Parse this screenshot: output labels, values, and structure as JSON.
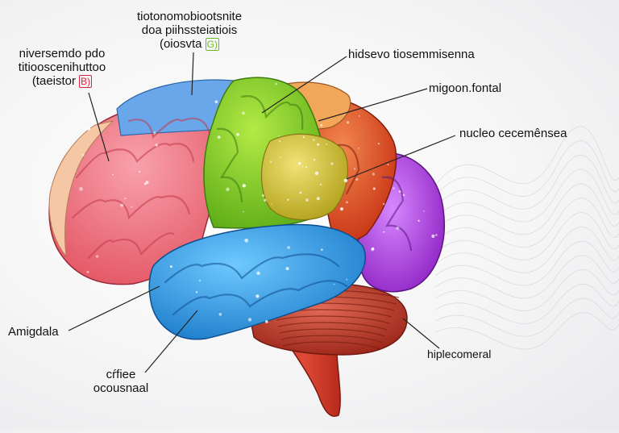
{
  "labels": {
    "top_center": {
      "line1": "tiotonomobiootsnite",
      "line2": "doa piihssteiatiois",
      "line3": "(oiosvta",
      "badge": "G)",
      "badge_color": "#6dbb2a"
    },
    "top_left": {
      "line1": "niversemdo pdo",
      "line2": "titiooscenihuttoo",
      "line3": "(taeistor",
      "badge": "B)",
      "badge_color": "#e0213a"
    },
    "hidsevo": "hidsevo tiosemmisenna",
    "migoon": "migoon.fontal",
    "nucleo": "nucleo cecemênsea",
    "amigdala": "Amigdala",
    "crfee": {
      "line1": "cŕfiee",
      "line2": "ocousnaal"
    },
    "hiplec": "hiplecomeral"
  },
  "colors": {
    "frontal": "#f0707e",
    "parietal": "#8fd12a",
    "temporal": "#35a4ec",
    "occipital": "#b43ce6",
    "cerebellum": "#c23a2a",
    "brainstem": "#d83a2a",
    "insula": "#d7c83a",
    "motor": "#f2a65a",
    "sensory": "#e5582b",
    "top_strip": "#6aa6ea",
    "leader": "#222222"
  }
}
